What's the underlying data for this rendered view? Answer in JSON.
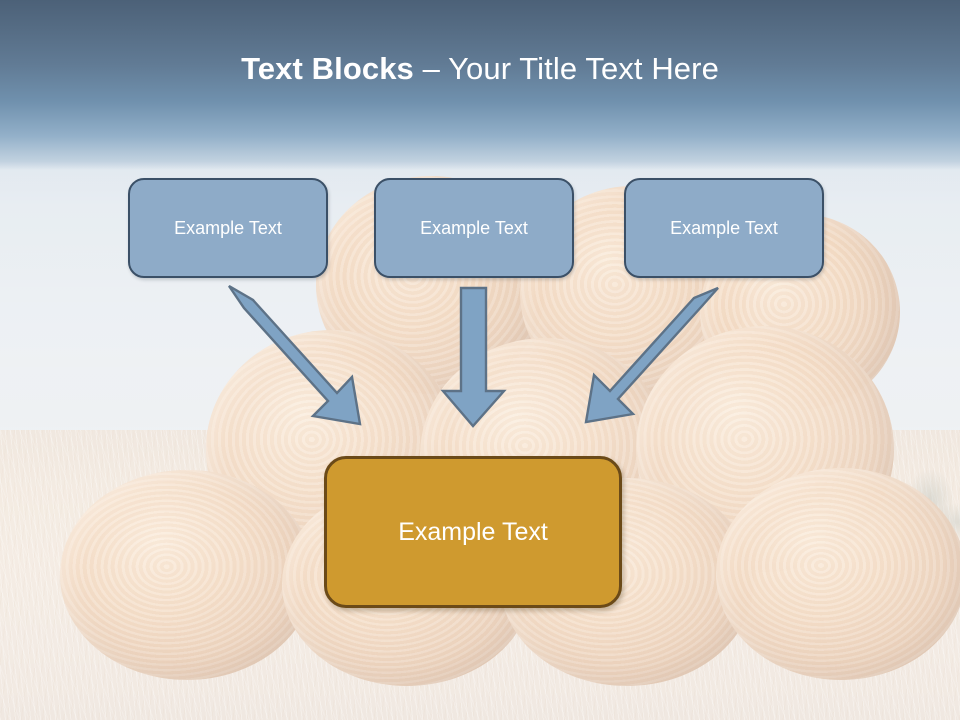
{
  "slide": {
    "title_bold": "Text Blocks",
    "title_separator": " – ",
    "title_light": "Your Title Text Here",
    "background_description": "Stacked round hay bales in a misty field",
    "colors": {
      "sky_top": "#4c6178",
      "sky_bottom": "#c2d2e0",
      "block_fill": "#8eabc8",
      "block_border": "#3b5067",
      "gold_fill": "#cf9a2f",
      "gold_border": "#6b4a18",
      "arrow_fill": "#7fa3c4",
      "arrow_border": "#5d7287",
      "text": "#ffffff"
    }
  },
  "top_blocks": [
    {
      "id": "block-1",
      "label": "Example Text"
    },
    {
      "id": "block-2",
      "label": "Example Text"
    },
    {
      "id": "block-3",
      "label": "Example Text"
    }
  ],
  "arrows": [
    {
      "id": "arrow-1",
      "direction": "down-right",
      "from": "block-1",
      "to": "result-block"
    },
    {
      "id": "arrow-2",
      "direction": "down",
      "from": "block-2",
      "to": "result-block"
    },
    {
      "id": "arrow-3",
      "direction": "down-left",
      "from": "block-3",
      "to": "result-block"
    }
  ],
  "result_block": {
    "label": "Example Text"
  }
}
